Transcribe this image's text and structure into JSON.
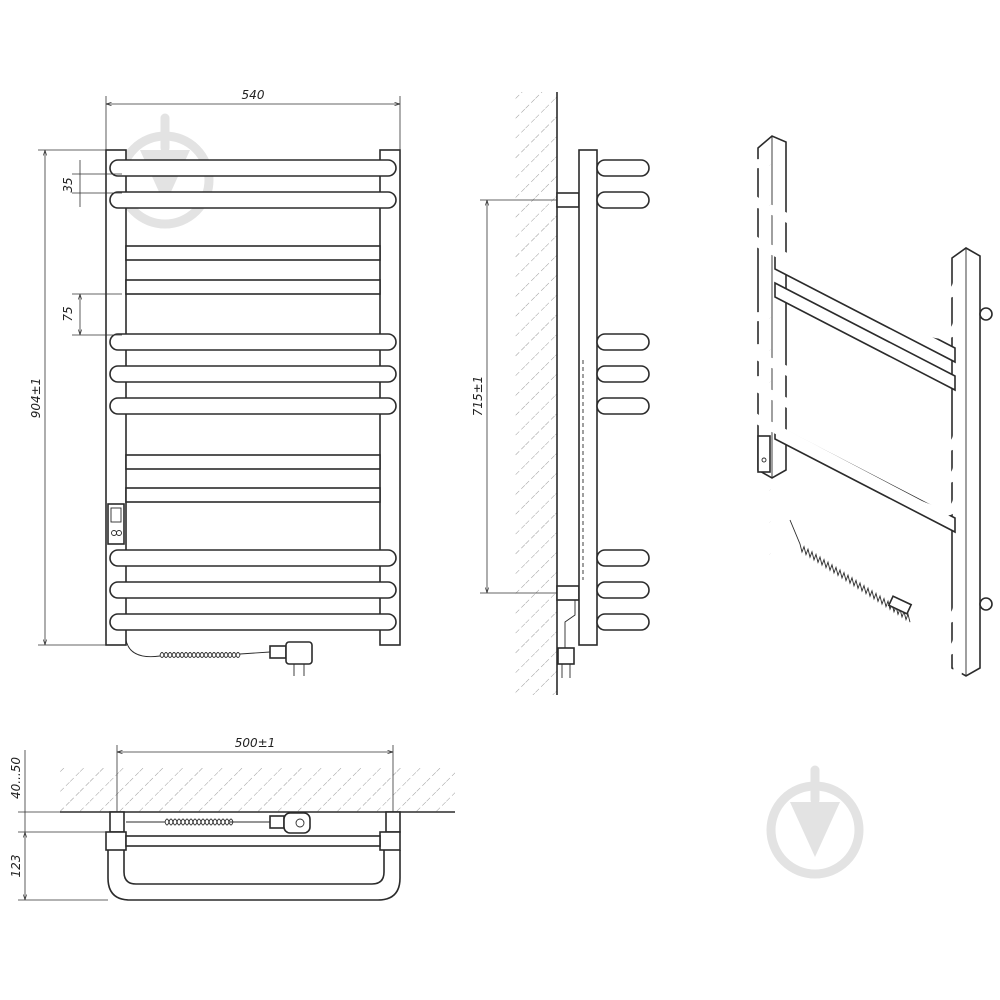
{
  "dimensions": {
    "width": "540",
    "height": "904±1",
    "pitch_small": "35",
    "pitch_large": "75",
    "mount_height": "715±1",
    "mount_width": "500±1",
    "wall_gap": "40...50",
    "depth": "123"
  },
  "colors": {
    "line": "#2b2b2b",
    "hatch": "#9a9a9a",
    "watermark": "#e3e3e3"
  },
  "icons": [
    "trowel-watermark-icon",
    "power-plug-icon",
    "control-button-icon"
  ]
}
